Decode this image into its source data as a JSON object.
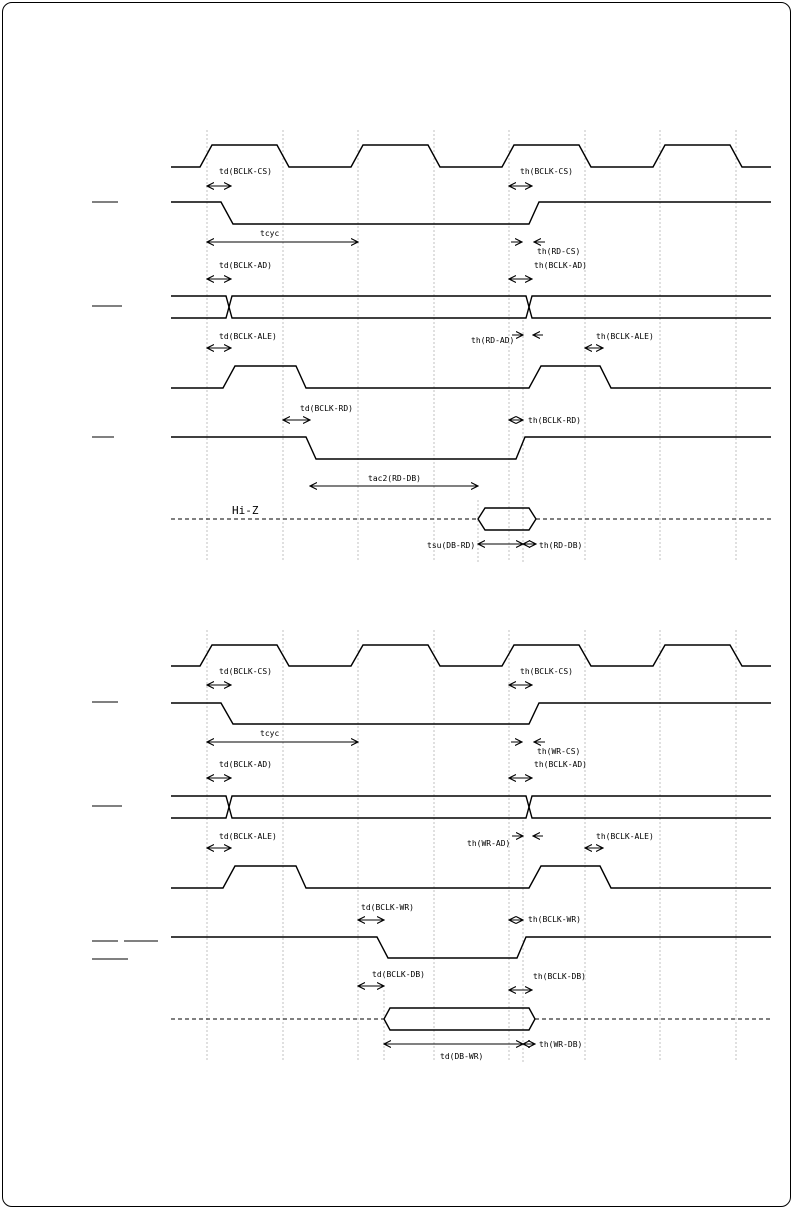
{
  "read_diagram": {
    "labels": {
      "td_bclk_cs": "td(BCLK-CS)",
      "th_bclk_cs": "th(BCLK-CS)",
      "tcyc": "tcyc",
      "th_rd_cs": "th(RD-CS)",
      "td_bclk_ad": "td(BCLK-AD)",
      "th_bclk_ad": "th(BCLK-AD)",
      "td_bclk_ale": "td(BCLK-ALE)",
      "th_rd_ad": "th(RD-AD)",
      "th_bclk_ale": "th(BCLK-ALE)",
      "td_bclk_rd": "td(BCLK-RD)",
      "th_bclk_rd": "th(BCLK-RD)",
      "tac2_rd_db": "tac2(RD-DB)",
      "hi_z": "Hi-Z",
      "tsu_db_rd": "tsu(DB-RD)",
      "th_rd_db": "th(RD-DB)"
    }
  },
  "write_diagram": {
    "labels": {
      "td_bclk_cs": "td(BCLK-CS)",
      "th_bclk_cs": "th(BCLK-CS)",
      "tcyc": "tcyc",
      "th_wr_cs": "th(WR-CS)",
      "td_bclk_ad": "td(BCLK-AD)",
      "th_bclk_ad": "th(BCLK-AD)",
      "td_bclk_ale": "td(BCLK-ALE)",
      "th_wr_ad": "th(WR-AD)",
      "th_bclk_ale": "th(BCLK-ALE)",
      "td_bclk_wr": "td(BCLK-WR)",
      "th_bclk_wr": "th(BCLK-WR)",
      "td_bclk_db": "td(BCLK-DB)",
      "th_bclk_db": "th(BCLK-DB)",
      "td_db_wr": "td(DB-WR)",
      "th_wr_db": "th(WR-DB)"
    }
  },
  "colors": {
    "line": "#000000",
    "grid": "#999999"
  }
}
